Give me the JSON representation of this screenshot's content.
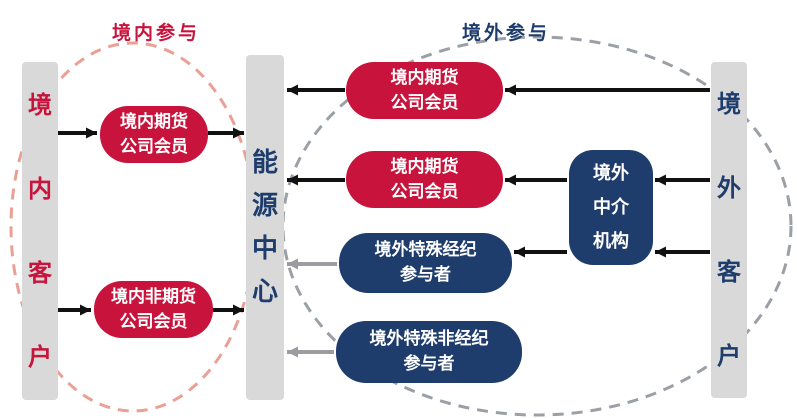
{
  "groups": {
    "domestic": {
      "label": "境内参与",
      "label_color": "#c8143c",
      "outline_color": "#eaa095",
      "outline_style": "dashed"
    },
    "overseas": {
      "label": "境外参与",
      "label_color": "#1e3d6d",
      "outline_color": "#9aa0a6",
      "outline_style": "dashed"
    }
  },
  "bars": {
    "domestic_client": {
      "text": "境内客户",
      "text_color": "#c8143c",
      "fill": "#d9d9d9"
    },
    "energy_center": {
      "text": "能源中心",
      "text_color": "#1e3d6d",
      "fill": "#d9d9d9"
    },
    "overseas_client": {
      "text": "境外客户",
      "text_color": "#1e3d6d",
      "fill": "#d9d9d9"
    }
  },
  "nodes": {
    "domestic_futures_member_left": {
      "text": "境内期货\n公司会员",
      "fill": "#c8143c"
    },
    "domestic_nonfutures_member": {
      "text": "境内非期货\n公司会员",
      "fill": "#c8143c"
    },
    "domestic_futures_member_top": {
      "text": "境内期货\n公司会员",
      "fill": "#c8143c"
    },
    "domestic_futures_member_mid": {
      "text": "境内期货\n公司会员",
      "fill": "#c8143c"
    },
    "overseas_intermediary": {
      "text": "境外\n中介\n机构",
      "fill": "#1e3d6d"
    },
    "overseas_special_broker": {
      "text": "境外特殊经纪\n参与者",
      "fill": "#1e3d6d"
    },
    "overseas_special_nonbroker": {
      "text": "境外特殊非经纪\n参与者",
      "fill": "#1e3d6d"
    }
  },
  "edges": [
    {
      "from": "domestic-client",
      "to": "domestic-futures-member-left",
      "color": "black"
    },
    {
      "from": "domestic-futures-member-left",
      "to": "energy-center",
      "color": "black"
    },
    {
      "from": "domestic-client",
      "to": "domestic-nonfutures-member",
      "color": "black"
    },
    {
      "from": "domestic-nonfutures-member",
      "to": "energy-center",
      "color": "black"
    },
    {
      "from": "overseas-client",
      "to": "domestic-futures-member-top",
      "color": "black"
    },
    {
      "from": "domestic-futures-member-top",
      "to": "energy-center",
      "color": "black"
    },
    {
      "from": "overseas-client",
      "to": "overseas-intermediary",
      "color": "black"
    },
    {
      "from": "overseas-intermediary",
      "to": "domestic-futures-member-mid",
      "color": "black"
    },
    {
      "from": "domestic-futures-member-mid",
      "to": "energy-center",
      "color": "black"
    },
    {
      "from": "overseas-client",
      "to": "overseas-intermediary",
      "color": "black"
    },
    {
      "from": "overseas-intermediary",
      "to": "overseas-special-broker",
      "color": "black"
    },
    {
      "from": "overseas-special-broker",
      "to": "energy-center",
      "color": "gray"
    },
    {
      "from": "overseas-special-nonbroker",
      "to": "energy-center",
      "color": "gray"
    }
  ],
  "colors": {
    "red": "#c8143c",
    "navy": "#1e3d6d",
    "bar_gray": "#d9d9d9",
    "arrow_black": "#111111",
    "arrow_gray": "#9c9ca0",
    "domestic_outline": "#eaa095",
    "overseas_outline": "#9aa0a6"
  }
}
